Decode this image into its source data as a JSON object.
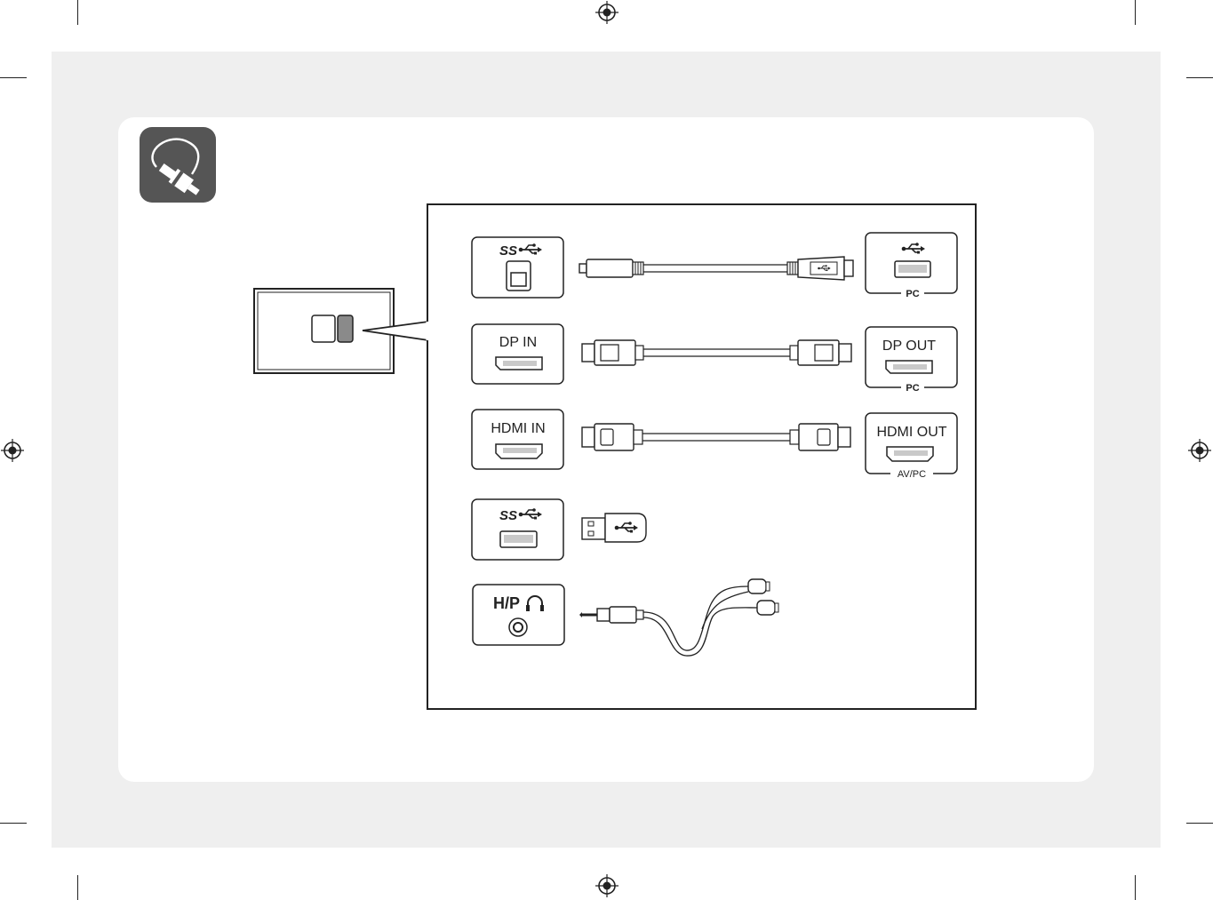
{
  "ports": [
    {
      "id": "usb-b-in",
      "port_label": "SS",
      "device_label": "PC",
      "icon": "usb-superspeed-icon"
    },
    {
      "id": "dp-in",
      "port_label": "DP IN",
      "device_port_label": "DP OUT",
      "device_label": "PC",
      "icon": "displayport-icon"
    },
    {
      "id": "hdmi-in",
      "port_label": "HDMI IN",
      "device_port_label": "HDMI OUT",
      "device_label": "AV/PC",
      "icon": "hdmi-icon"
    },
    {
      "id": "usb-a-out",
      "port_label": "SS",
      "icon": "usb-superspeed-icon"
    },
    {
      "id": "headphone",
      "port_label": "H/P",
      "icon": "headphone-icon"
    }
  ],
  "colors": {
    "sheet_bg": "#efefef",
    "card_bg": "#ffffff",
    "icon_tile": "#555555",
    "stroke": "#222222",
    "port_fill": "#c9c9c9",
    "highlight_port": "#8a8a8a"
  },
  "section_icon": "cable-connector-icon"
}
